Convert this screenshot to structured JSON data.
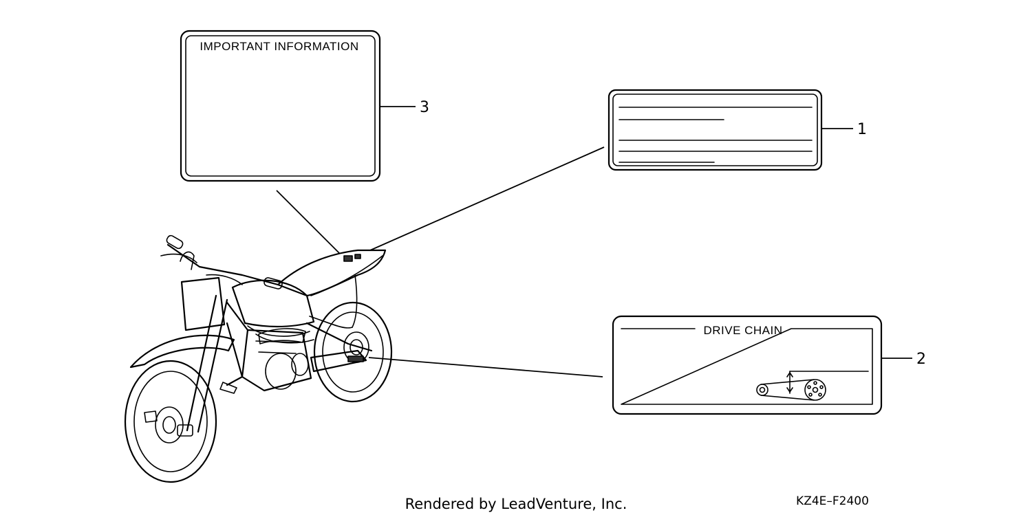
{
  "diagram": {
    "parts": [
      {
        "callout": "1",
        "label_title": ""
      },
      {
        "callout": "2",
        "label_title": "DRIVE CHAIN"
      },
      {
        "callout": "3",
        "label_title": "IMPORTANT INFORMATION"
      }
    ],
    "footer": {
      "credit": "Rendered by LeadVenture, Inc.",
      "diagram_code": "KZ4E–F2400"
    }
  }
}
